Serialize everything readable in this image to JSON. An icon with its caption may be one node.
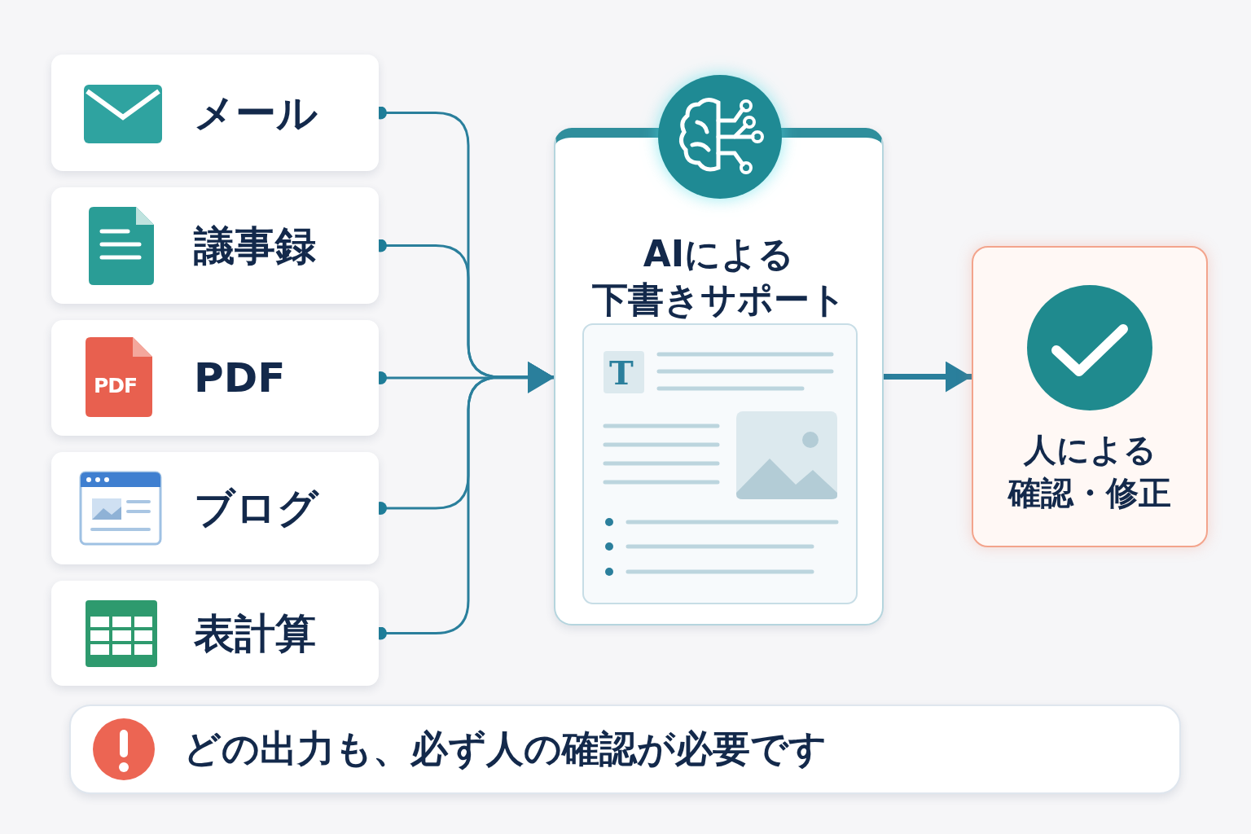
{
  "diagram": {
    "nodes": [
      {
        "text": [
          "メール"
        ]
      },
      {
        "text": [
          "議事録"
        ]
      },
      {
        "text": [
          "PDF"
        ]
      },
      {
        "text": [
          "ブログ"
        ]
      },
      {
        "text": [
          "表計算"
        ]
      },
      {
        "text": [
          "AIによる",
          "下書きサポート"
        ]
      },
      {
        "text": [
          "人による",
          "確認・修正"
        ]
      },
      {
        "text": [
          "どの出力も、必ず人の確認が必要です"
        ]
      }
    ],
    "edges": [
      {
        "from": 0,
        "to": 5,
        "arrow": "to"
      },
      {
        "from": 1,
        "to": 5,
        "arrow": "to"
      },
      {
        "from": 2,
        "to": 5,
        "arrow": "to"
      },
      {
        "from": 3,
        "to": 5,
        "arrow": "to"
      },
      {
        "from": 4,
        "to": 5,
        "arrow": "to"
      },
      {
        "from": 5,
        "to": 6,
        "arrow": "to",
        "style": "thick"
      }
    ],
    "labels": [
      "T",
      "PDF"
    ]
  }
}
